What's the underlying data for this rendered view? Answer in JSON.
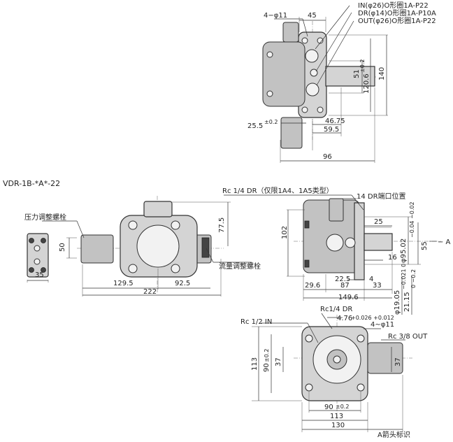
{
  "model_title": "VDR-1B-*A*-22",
  "labels": {
    "top_4_phi11": "4−φ11",
    "in_oring": "IN(φ26)O形圈1A-P22",
    "dr_oring": "DR(φ14)O形圈1A-P10A",
    "out_oring": "OUT(φ26)O形圈1A-P22",
    "pressure_screw": "压力调整螺栓",
    "flow_screw": "流量调整螺栓",
    "rc14_dr": "Rc 1/4  DR（仅限1A4、1A5类型）",
    "dr_port_position": "14  DR端口位置",
    "a_arrow": "− A",
    "rc14_dr_bottom": "Rc1/4 DR",
    "rc12_in": "Rc 1/2  IN",
    "four_phi11_bottom": "4∼φ11",
    "rc38_out": "Rc 3/8  OUT",
    "a_arrow_caption": "A箭头标识"
  },
  "dimensions": {
    "top_45": "45",
    "top_51": "51",
    "top_120_6": "120.6",
    "top_120_6_tol": "±0.2",
    "top_140": "140",
    "top_46_75": "46.75",
    "top_25_5": "25.5",
    "top_25_5_tol": "±0.2",
    "top_59_5": "59.5",
    "top_96": "96",
    "left_50": "50",
    "left_35": "35",
    "mid_77_5": "77.5",
    "mid_129_5": "129.5",
    "mid_92_5": "92.5",
    "mid_222": "222",
    "right_102": "102",
    "right_25": "25",
    "right_phi95": "φ95.02",
    "right_phi95_tol": "−0.04 −0.02",
    "right_55": "55",
    "right_16": "16",
    "right_22_5": "22.5",
    "right_4": "4",
    "right_29_6": "29.6",
    "right_87": "87",
    "right_33": "33",
    "right_149_6": "149.6",
    "right_phi19": "φ19.05",
    "right_phi19_tol": "−0.021 0",
    "right_21_15": "21.15",
    "right_21_15_tol": "0 −0.2",
    "bot_4_76": "4.76",
    "bot_4_76_tol": "+0.026 +0.012",
    "bot_113_v": "113",
    "bot_90_v": "90",
    "bot_90_v_tol": "±0.2",
    "bot_37_l": "37",
    "bot_37_r": "37",
    "bot_90_h": "90",
    "bot_90_h_tol": "±0.2",
    "bot_113_h": "113",
    "bot_130": "130"
  }
}
